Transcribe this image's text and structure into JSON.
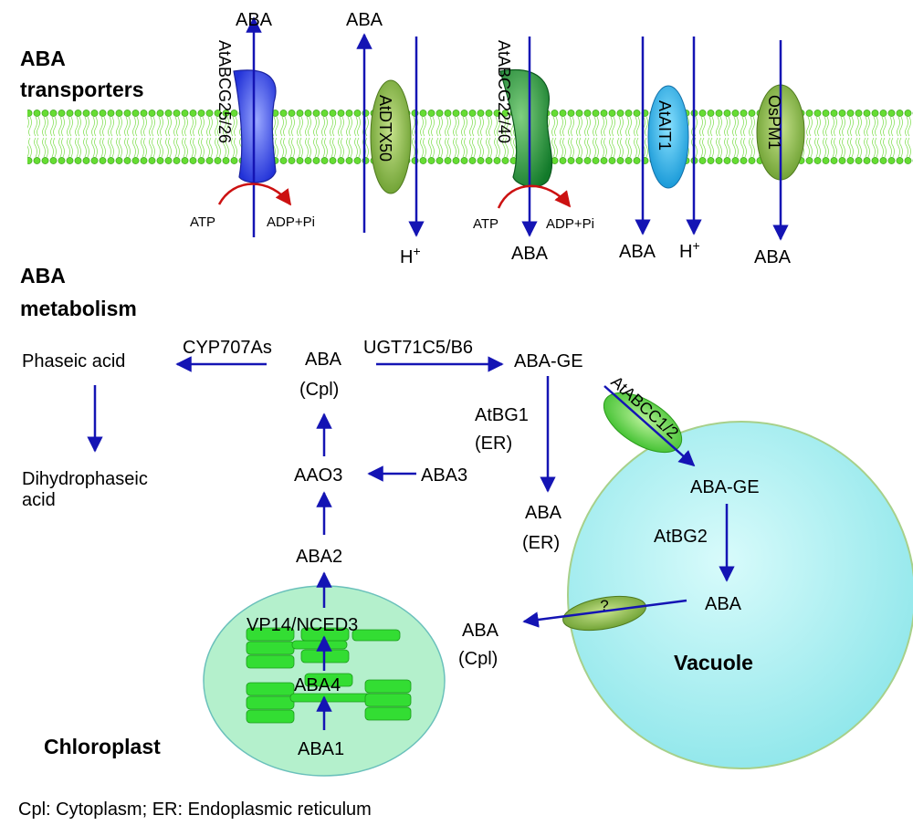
{
  "sections": {
    "transporters_l1": "ABA",
    "transporters_l2": "transporters",
    "metabolism_l1": "ABA",
    "metabolism_l2": "metabolism"
  },
  "transporters": {
    "abcg25": {
      "name": "AtABCG25/26",
      "top_label": "ABA",
      "atp": "ATP",
      "adp": "ADP+Pi"
    },
    "dtx50": {
      "name": "AtDTX50",
      "top_label": "ABA",
      "bottom_label": "H+"
    },
    "abcg22": {
      "name": "AtABCG22/40",
      "atp": "ATP",
      "adp": "ADP+Pi",
      "bottom_label": "ABA"
    },
    "ait1": {
      "name": "AtAIT1",
      "bottom_aba": "ABA",
      "bottom_h": "H+"
    },
    "pm1": {
      "name": "OsPM1",
      "bottom_label": "ABA"
    }
  },
  "metabolism": {
    "phaseic_acid": "Phaseic acid",
    "cyp707as": "CYP707As",
    "aba_cpl_1": "ABA",
    "aba_cpl_2": "(Cpl)",
    "ugt": "UGT71C5/B6",
    "aba_ge": "ABA-GE",
    "dihydro_1": "Dihydrophaseic",
    "dihydro_2": "acid",
    "atbg1_1": "AtBG1",
    "atbg1_2": "(ER)",
    "aba_er_1": "ABA",
    "aba_er_2": "(ER)",
    "aao3": "AAO3",
    "aba3": "ABA3",
    "aba2": "ABA2",
    "vp14": "VP14/NCED3",
    "aba4": "ABA4",
    "aba1": "ABA1",
    "chloroplast": "Chloroplast",
    "atabcc": "AtABCC1/2",
    "vac_aba_ge": "ABA-GE",
    "atbg2": "AtBG2",
    "vac_aba": "ABA",
    "question": "?",
    "aba_cpl_out_1": "ABA",
    "aba_cpl_out_2": "(Cpl)",
    "vacuole": "Vacuole"
  },
  "footer": "Cpl: Cytoplasm; ER: Endoplasmic reticulum",
  "colors": {
    "arrow": "#1414b4",
    "atp_arrow": "#cc1111",
    "membrane": "#66dd33",
    "vacuole": "#a6eef0",
    "chloroplast": "#b4f0cc",
    "thylakoid": "#33dd33"
  }
}
